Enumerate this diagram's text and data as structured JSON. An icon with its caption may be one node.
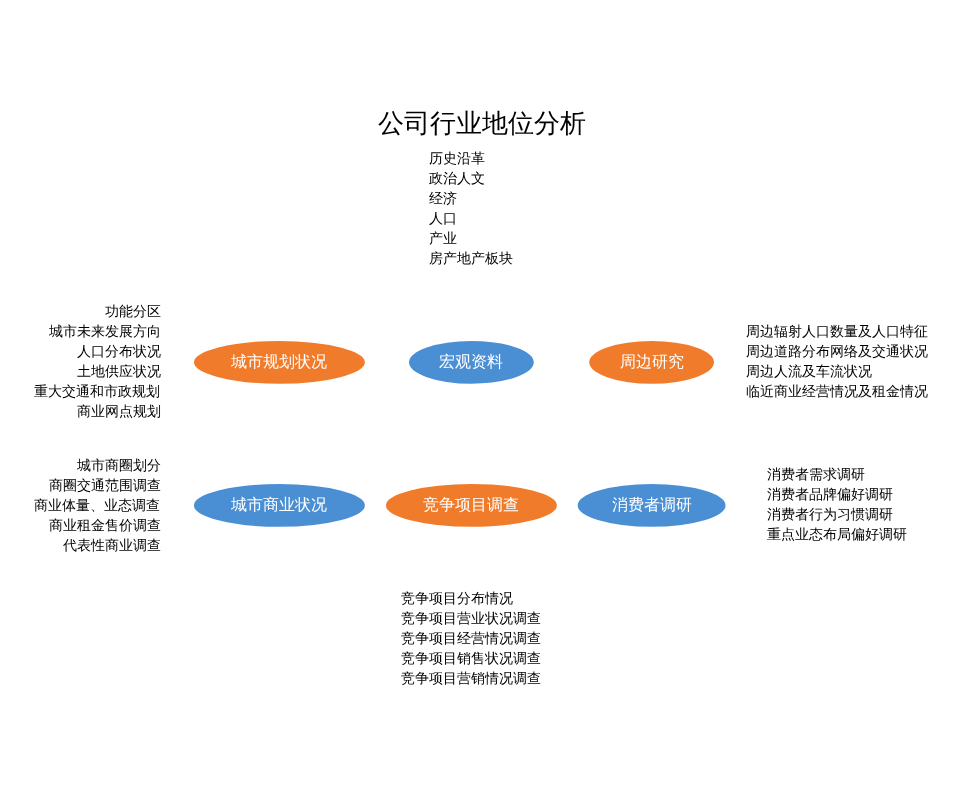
{
  "diagram": {
    "title": "公司行业地位分析",
    "nodes": [
      {
        "text": [
          "宏观资料"
        ],
        "beside": [
          "历史沿革",
          "政治人文",
          "经济",
          "人口",
          "产业",
          "房产地产板块"
        ]
      },
      {
        "text": [
          "周边研究"
        ],
        "beside": [
          "周边辐射人口数量及人口特征",
          "周边道路分布网络及交通状况",
          "周边人流及车流状况",
          "临近商业经营情况及租金情况"
        ]
      },
      {
        "text": [
          "消费者调研"
        ],
        "beside": [
          "消费者需求调研",
          "消费者品牌偏好调研",
          "消费者行为习惯调研",
          "重点业态布局偏好调研"
        ]
      },
      {
        "text": [
          "竞争项目调查"
        ],
        "beside": [
          "竞争项目分布情况",
          "竞争项目营业状况调查",
          "竞争项目经营情况调查",
          "竞争项目销售状况调查",
          "竞争项目营销情况调查"
        ]
      },
      {
        "text": [
          "城市商业状况"
        ],
        "beside": [
          "城市商圈划分",
          "商圈交通范围调查",
          "商业体量、业态调查",
          "商业租金售价调查",
          "代表性商业调查"
        ]
      },
      {
        "text": [
          "城市规划状况"
        ],
        "beside": [
          "功能分区",
          "城市未来发展方向",
          "人口分布状况",
          "土地供应状况",
          "重大交通和市政规划",
          "商业网点规划"
        ]
      }
    ]
  }
}
